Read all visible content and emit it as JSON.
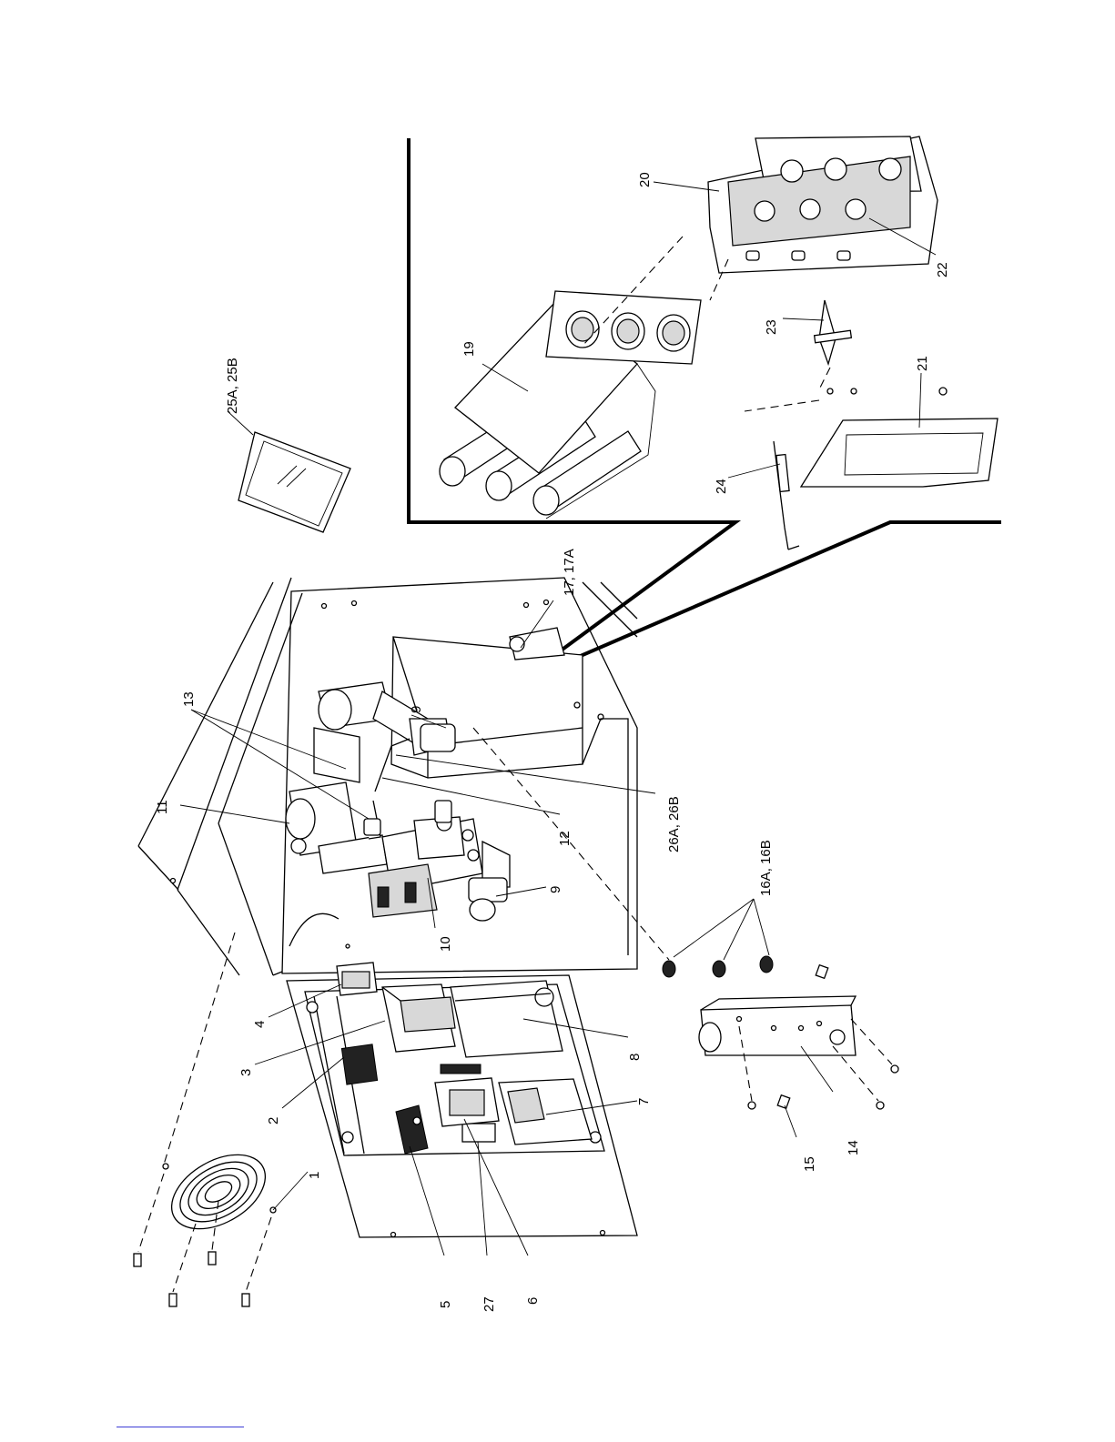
{
  "callouts": {
    "c1": "1",
    "c2": "2",
    "c3": "3",
    "c4": "4",
    "c5": "5",
    "c6": "6",
    "c7": "7",
    "c8": "8",
    "c9a": "9",
    "c9b": "9",
    "c10": "10",
    "c11": "11",
    "c12": "12",
    "c13": "13",
    "c14": "14",
    "c15": "15",
    "c16": "16A, 16B",
    "c17": "17, 17A",
    "c19": "19",
    "c20": "20",
    "c21": "21",
    "c22": "22",
    "c23": "23",
    "c24": "24",
    "c25": "25A, 25B",
    "c26": "26A, 26B",
    "c27": "27"
  },
  "colors": {
    "ink": "#000000",
    "background": "#ffffff",
    "footer_link": "#3b3bd6"
  }
}
